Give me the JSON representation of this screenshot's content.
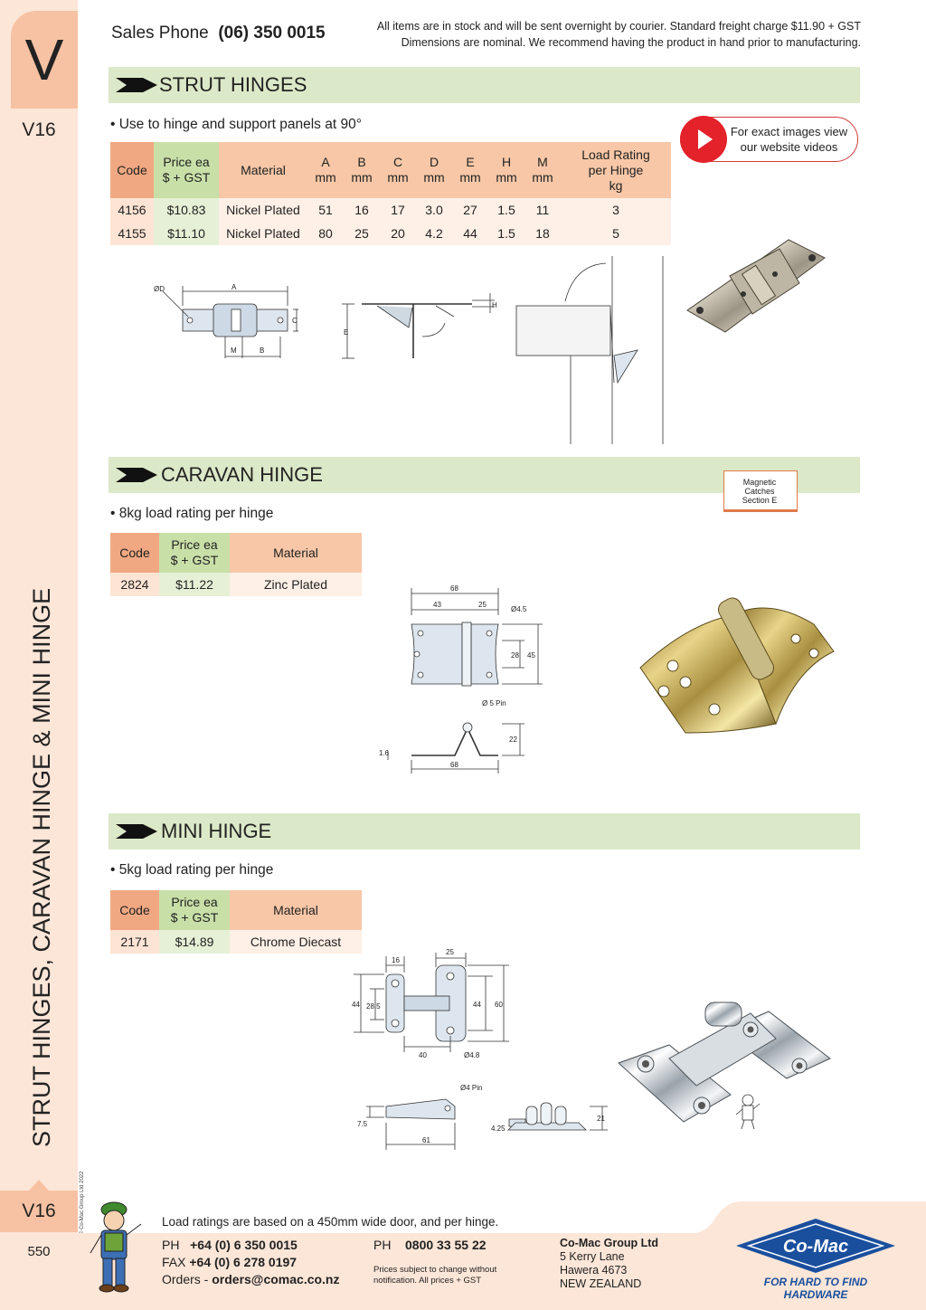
{
  "sidebar": {
    "letter": "V",
    "code": "V16",
    "title": "STRUT HINGES, CARAVAN HINGE & MINI HINGE",
    "copyright": "© Co-Mac Group Ltd 2022",
    "page_number": "550"
  },
  "header": {
    "sales_label": "Sales Phone",
    "sales_number": "(06) 350 0015",
    "notice_line1": "All items are in stock and will be sent overnight by courier. Standard freight charge $11.90 + GST",
    "notice_line2": "Dimensions are nominal. We recommend having the product in hand prior to manufacturing."
  },
  "video": {
    "text": "For exact images view our website videos"
  },
  "strut": {
    "title": "STRUT HINGES",
    "bullet": "• Use to hinge and support panels at 90°",
    "headers": {
      "code": "Code",
      "price": "Price ea\n$ + GST",
      "material": "Material",
      "a": "A\nmm",
      "b": "B\nmm",
      "c": "C\nmm",
      "d": "D\nmm",
      "e": "E\nmm",
      "h": "H\nmm",
      "m": "M\nmm",
      "load": "Load Rating\nper Hinge\nkg"
    },
    "rows": [
      {
        "code": "4156",
        "price": "$10.83",
        "material": "Nickel Plated",
        "a": "51",
        "b": "16",
        "c": "17",
        "d": "3.0",
        "e": "27",
        "h": "1.5",
        "m": "11",
        "load": "3"
      },
      {
        "code": "4155",
        "price": "$11.10",
        "material": "Nickel Plated",
        "a": "80",
        "b": "25",
        "c": "20",
        "d": "4.2",
        "e": "44",
        "h": "1.5",
        "m": "18",
        "load": "5"
      }
    ],
    "diagram_labels": {
      "d": "ØD",
      "a": "A",
      "c": "C",
      "m": "M",
      "b": "B",
      "e": "E",
      "h": "H"
    }
  },
  "caravan": {
    "title": "CARAVAN HINGE",
    "bullet": "• 8kg load rating per hinge",
    "headers": {
      "code": "Code",
      "price": "Price ea\n$ + GST",
      "material": "Material"
    },
    "rows": [
      {
        "code": "2824",
        "price": "$11.22",
        "material": "Zinc Plated"
      }
    ],
    "book_text": "Magnetic\nCatches\nSection E",
    "diagram_labels": {
      "w68": "68",
      "w43": "43",
      "w25": "25",
      "hole": "Ø4.5",
      "h28": "28",
      "h45": "45",
      "pin": "Ø 5 Pin",
      "t16": "1.6",
      "h22": "22",
      "w68b": "68"
    }
  },
  "mini": {
    "title": "MINI HINGE",
    "bullet": "• 5kg load rating per hinge",
    "headers": {
      "code": "Code",
      "price": "Price ea\n$ + GST",
      "material": "Material"
    },
    "rows": [
      {
        "code": "2171",
        "price": "$14.89",
        "material": "Chrome Diecast"
      }
    ],
    "diagram_labels": {
      "w16": "16",
      "w25": "25",
      "h44": "44",
      "h285": "28.5",
      "h44b": "44",
      "h60": "60",
      "w40": "40",
      "hole": "Ø4.8",
      "pin": "Ø4 Pin",
      "h75": "7.5",
      "w61": "61",
      "h425": "4.25",
      "h21": "21"
    }
  },
  "footer": {
    "load_note": "Load ratings are based on a 450mm wide door, and per hinge.",
    "ph_label": "PH",
    "ph_number": "+64 (0) 6 350 0015",
    "fax_label": "FAX",
    "fax_number": "+64 (0) 6 278 0197",
    "orders_label": "Orders -",
    "orders_email": "orders@comac.co.nz",
    "ph2_label": "PH",
    "ph2_number": "0800 33 55 22",
    "prices_note": "Prices subject to change without notification. All prices + GST",
    "company": "Co-Mac Group Ltd",
    "addr1": "5 Kerry Lane",
    "addr2": "Hawera 4673",
    "addr3": "NEW ZEALAND",
    "logo_text": "Co-Mac",
    "tagline": "FOR HARD TO FIND HARDWARE"
  },
  "colors": {
    "sidebar": "#fce6d8",
    "tab": "#f7c2a3",
    "section_header": "#dce9c8",
    "code_header": "#f0a882",
    "price_header": "#c8e0a8",
    "brand_blue": "#1a4f9e",
    "video_red": "#e32229"
  },
  "icons": [
    "play-icon",
    "arrow-chevron-icon",
    "book-icon",
    "mascot-icon",
    "comac-logo-icon"
  ]
}
